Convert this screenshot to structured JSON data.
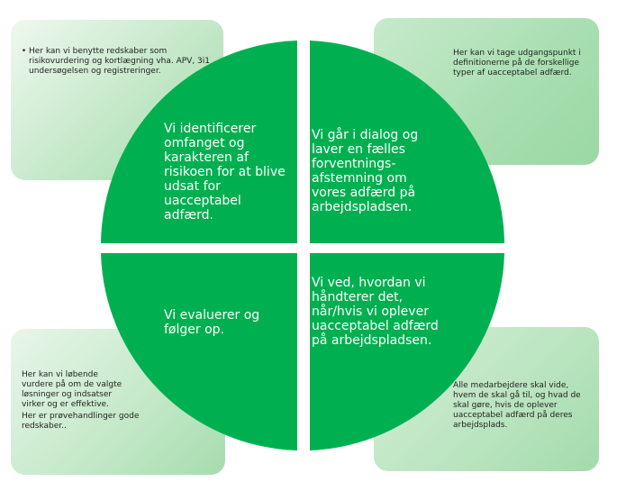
{
  "colors": {
    "quadrant": "#00b050",
    "box_light": "#e8f6e9",
    "box_dark": "#a2dbab"
  },
  "quadrants": [
    {
      "text": "Vi identificerer omfanget og karakteren af risikoen for at blive udsat for uacceptabel adfærd."
    },
    {
      "text": "Vi går i dialog og laver en fælles forventnings-afstemning om vores adfærd på arbejdspladsen."
    },
    {
      "text": "Vi evaluerer og følger op."
    },
    {
      "text": "Vi ved, hvordan vi håndterer det, når/hvis vi oplever uacceptabel adfærd på arbejdspladsen."
    }
  ],
  "notes": {
    "top_left": "Her kan vi benytte redskaber som risikovurdering og kortlægning vha. APV, 3i1 undersøgelsen og registreringer.",
    "top_right": "Her kan vi tage udgangspunkt i definitionerne på de forskellige typer af uacceptabel adfærd.",
    "bottom_left_1": "Her kan vi løbende vurdere på om de valgte løsninger og indsatser virker og er effektive.",
    "bottom_left_2": "Her er prøvehandlinger gode redskaber..",
    "bottom_right": "Alle medarbejdere skal vide, hvem de skal gå til, og hvad de skal gøre, hvis de oplever uacceptabel adfærd på deres arbejdsplads."
  }
}
